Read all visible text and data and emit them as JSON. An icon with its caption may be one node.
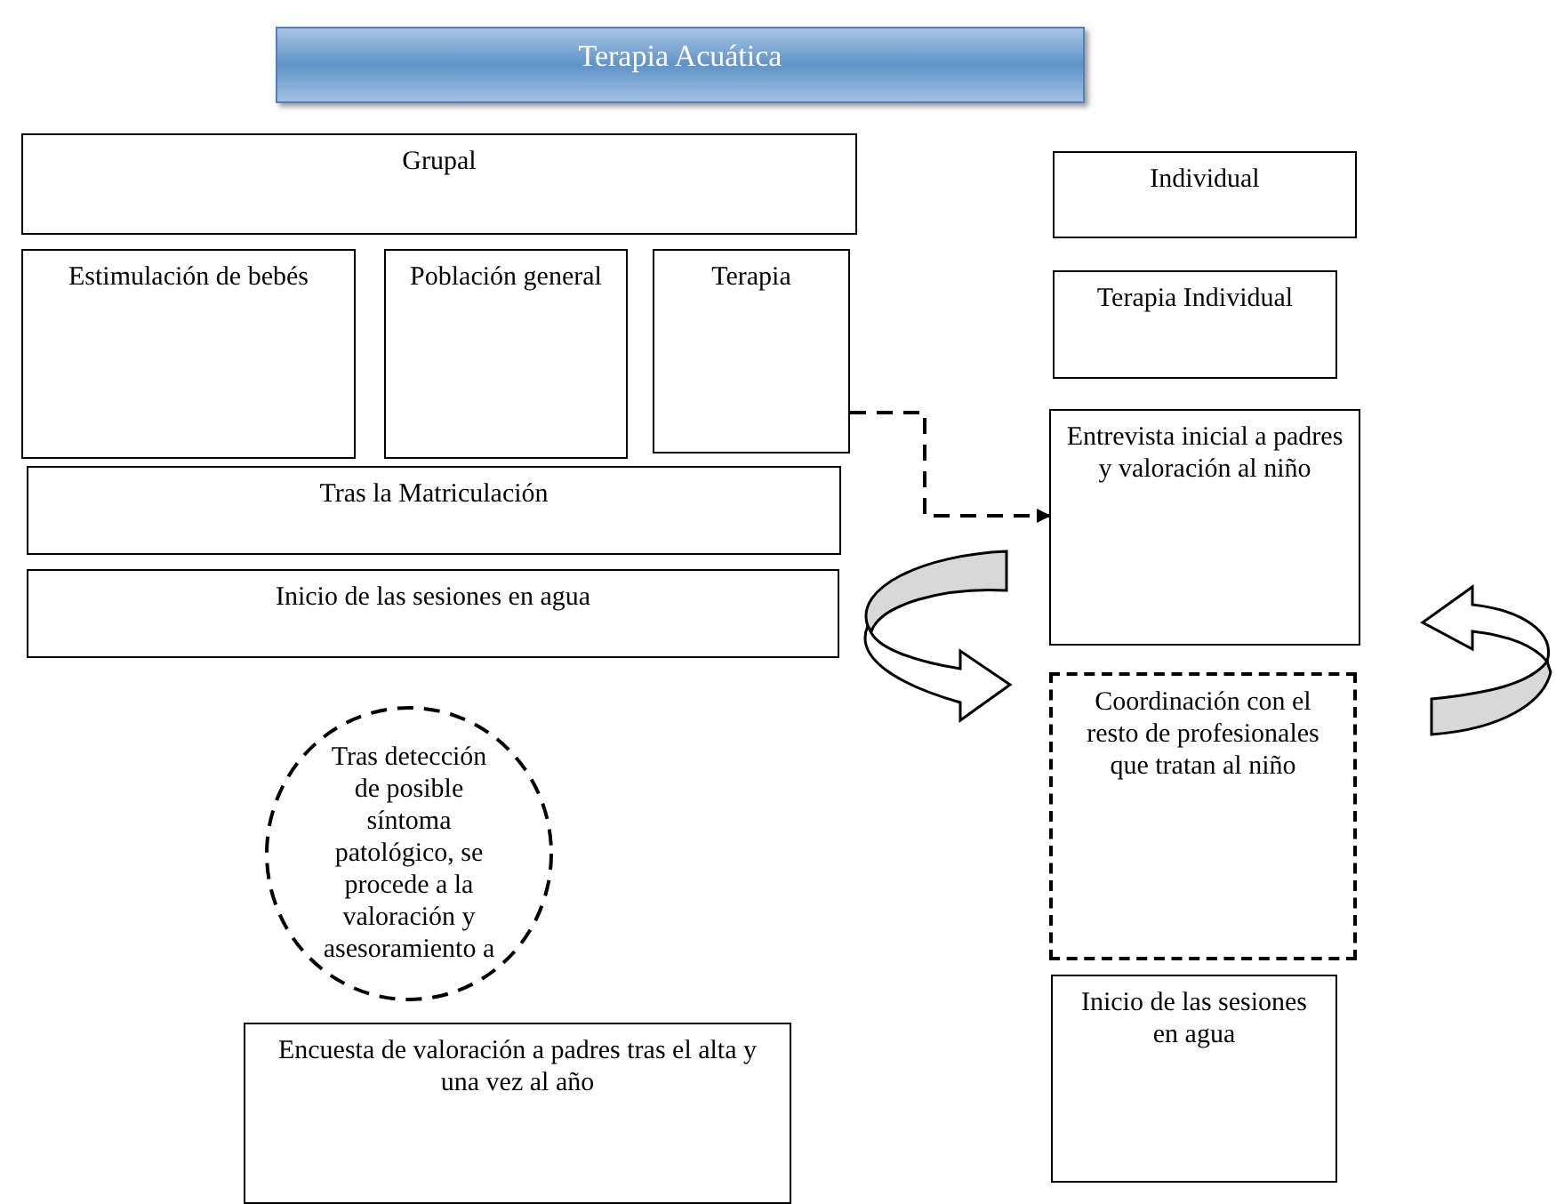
{
  "diagram": {
    "nodes": [
      {
        "text": [
          "Terapia Acuática"
        ]
      },
      {
        "text": [
          "Grupal"
        ]
      },
      {
        "text": [
          "Estimulación de bebés"
        ]
      },
      {
        "text": [
          "Población general"
        ]
      },
      {
        "text": [
          "Terapia"
        ]
      },
      {
        "text": [
          "Tras la Matriculación"
        ]
      },
      {
        "text": [
          "Inicio de las sesiones en agua"
        ]
      },
      {
        "text": [
          "Tras detección de posible síntoma patológico, se procede a la valoración y asesoramiento a"
        ]
      },
      {
        "text": [
          "Encuesta de valoración a padres tras el alta y una vez al año"
        ]
      },
      {
        "text": [
          "Individual"
        ]
      },
      {
        "text": [
          "Terapia Individual"
        ]
      },
      {
        "text": [
          "Entrevista inicial a padres y valoración al niño"
        ]
      },
      {
        "text": [
          "Coordinación con el resto de profesionales que tratan al niño"
        ]
      },
      {
        "text": [
          "Inicio de las sesiones en agua"
        ]
      }
    ],
    "edges": [
      {
        "from": 4,
        "to": 11,
        "arrow": "to",
        "style": "dashed"
      }
    ]
  }
}
